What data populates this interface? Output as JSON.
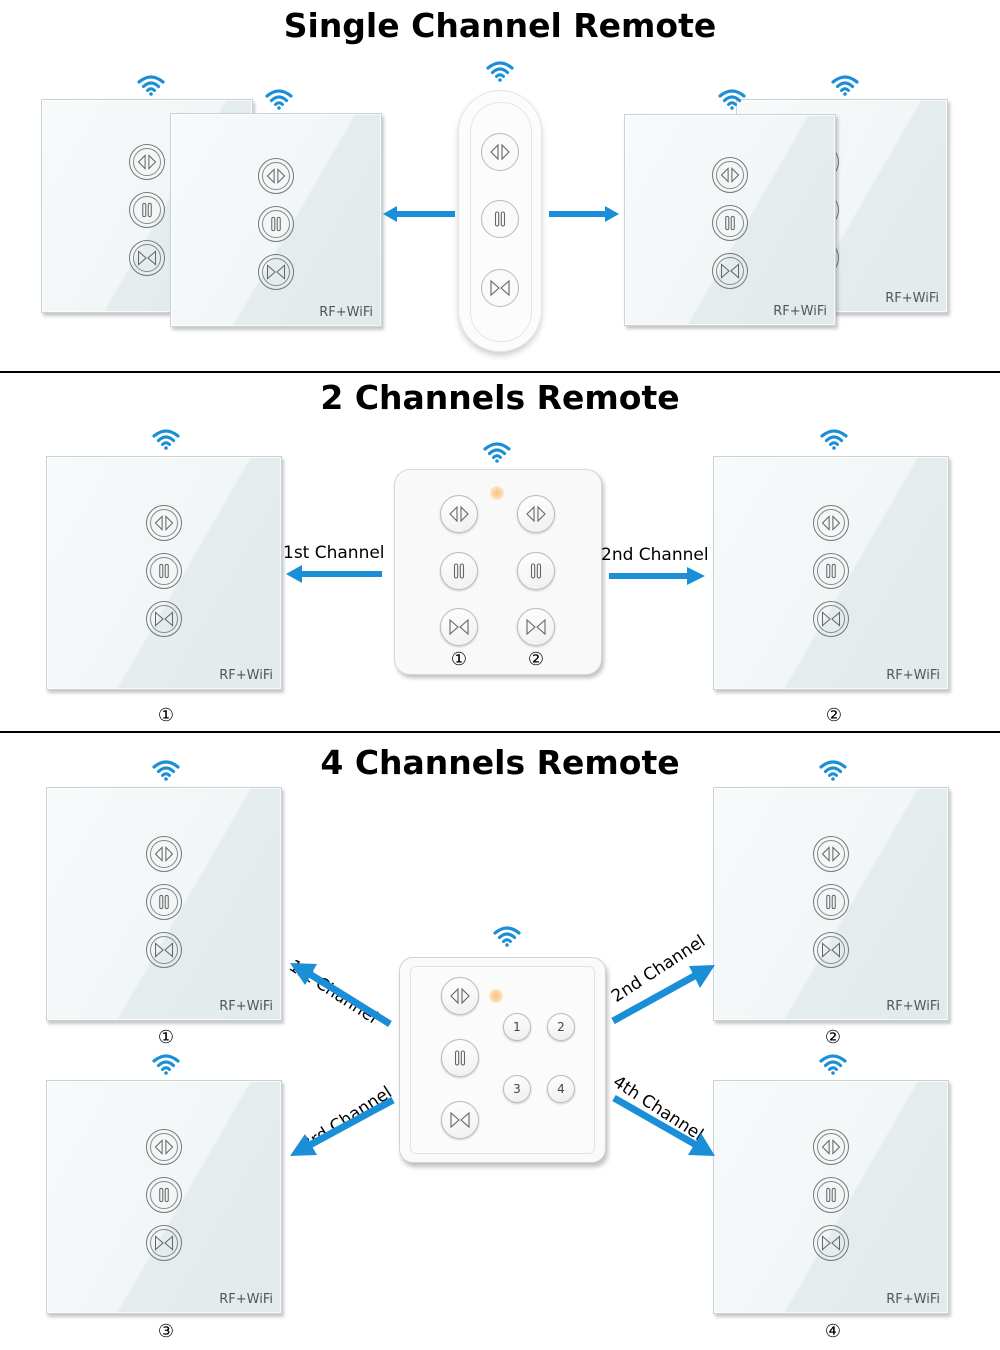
{
  "colors": {
    "accent_blue": "#1a8fd8",
    "divider": "#000000",
    "led": "#f5b866"
  },
  "sections": {
    "single": {
      "title": "Single Channel Remote",
      "switch_label": "RF+WiFi",
      "icons": [
        "wifi-icon",
        "open-curtain-icon",
        "pause-icon",
        "close-curtain-icon"
      ]
    },
    "two": {
      "title": "2 Channels Remote",
      "switch_label": "RF+WiFi",
      "channel_labels": [
        "1st Channel",
        "2nd Channel"
      ],
      "channel_markers": [
        "①",
        "②"
      ],
      "remote_markers": [
        "①",
        "②"
      ]
    },
    "four": {
      "title": "4 Channels Remote",
      "switch_label": "RF+WiFi",
      "channel_labels": [
        "1st Channel",
        "2nd Channel",
        "3rd Channel",
        "4th Channel"
      ],
      "channel_markers": [
        "①",
        "②",
        "③",
        "④"
      ],
      "remote_number_buttons": [
        "1",
        "2",
        "3",
        "4"
      ]
    }
  }
}
